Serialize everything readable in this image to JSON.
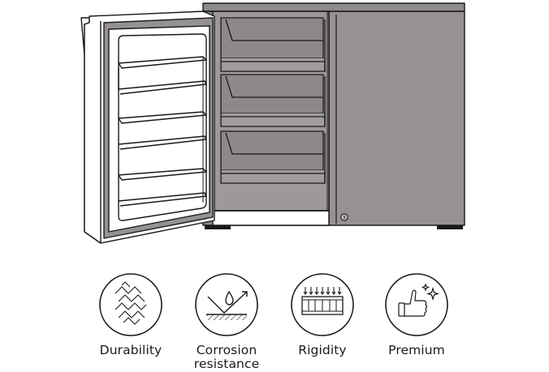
{
  "colors": {
    "outline": "#1a1a1a",
    "cabinet_gray": "#969291",
    "interior_gray": "#8e8a89",
    "door_face": "#ffffff"
  },
  "features": [
    {
      "icon": "durability-icon",
      "label": "Durability"
    },
    {
      "icon": "corrosion-resistance-icon",
      "label": "Corrosion\nresistance"
    },
    {
      "icon": "rigidity-icon",
      "label": "Rigidity"
    },
    {
      "icon": "premium-icon",
      "label": "Premium"
    }
  ]
}
